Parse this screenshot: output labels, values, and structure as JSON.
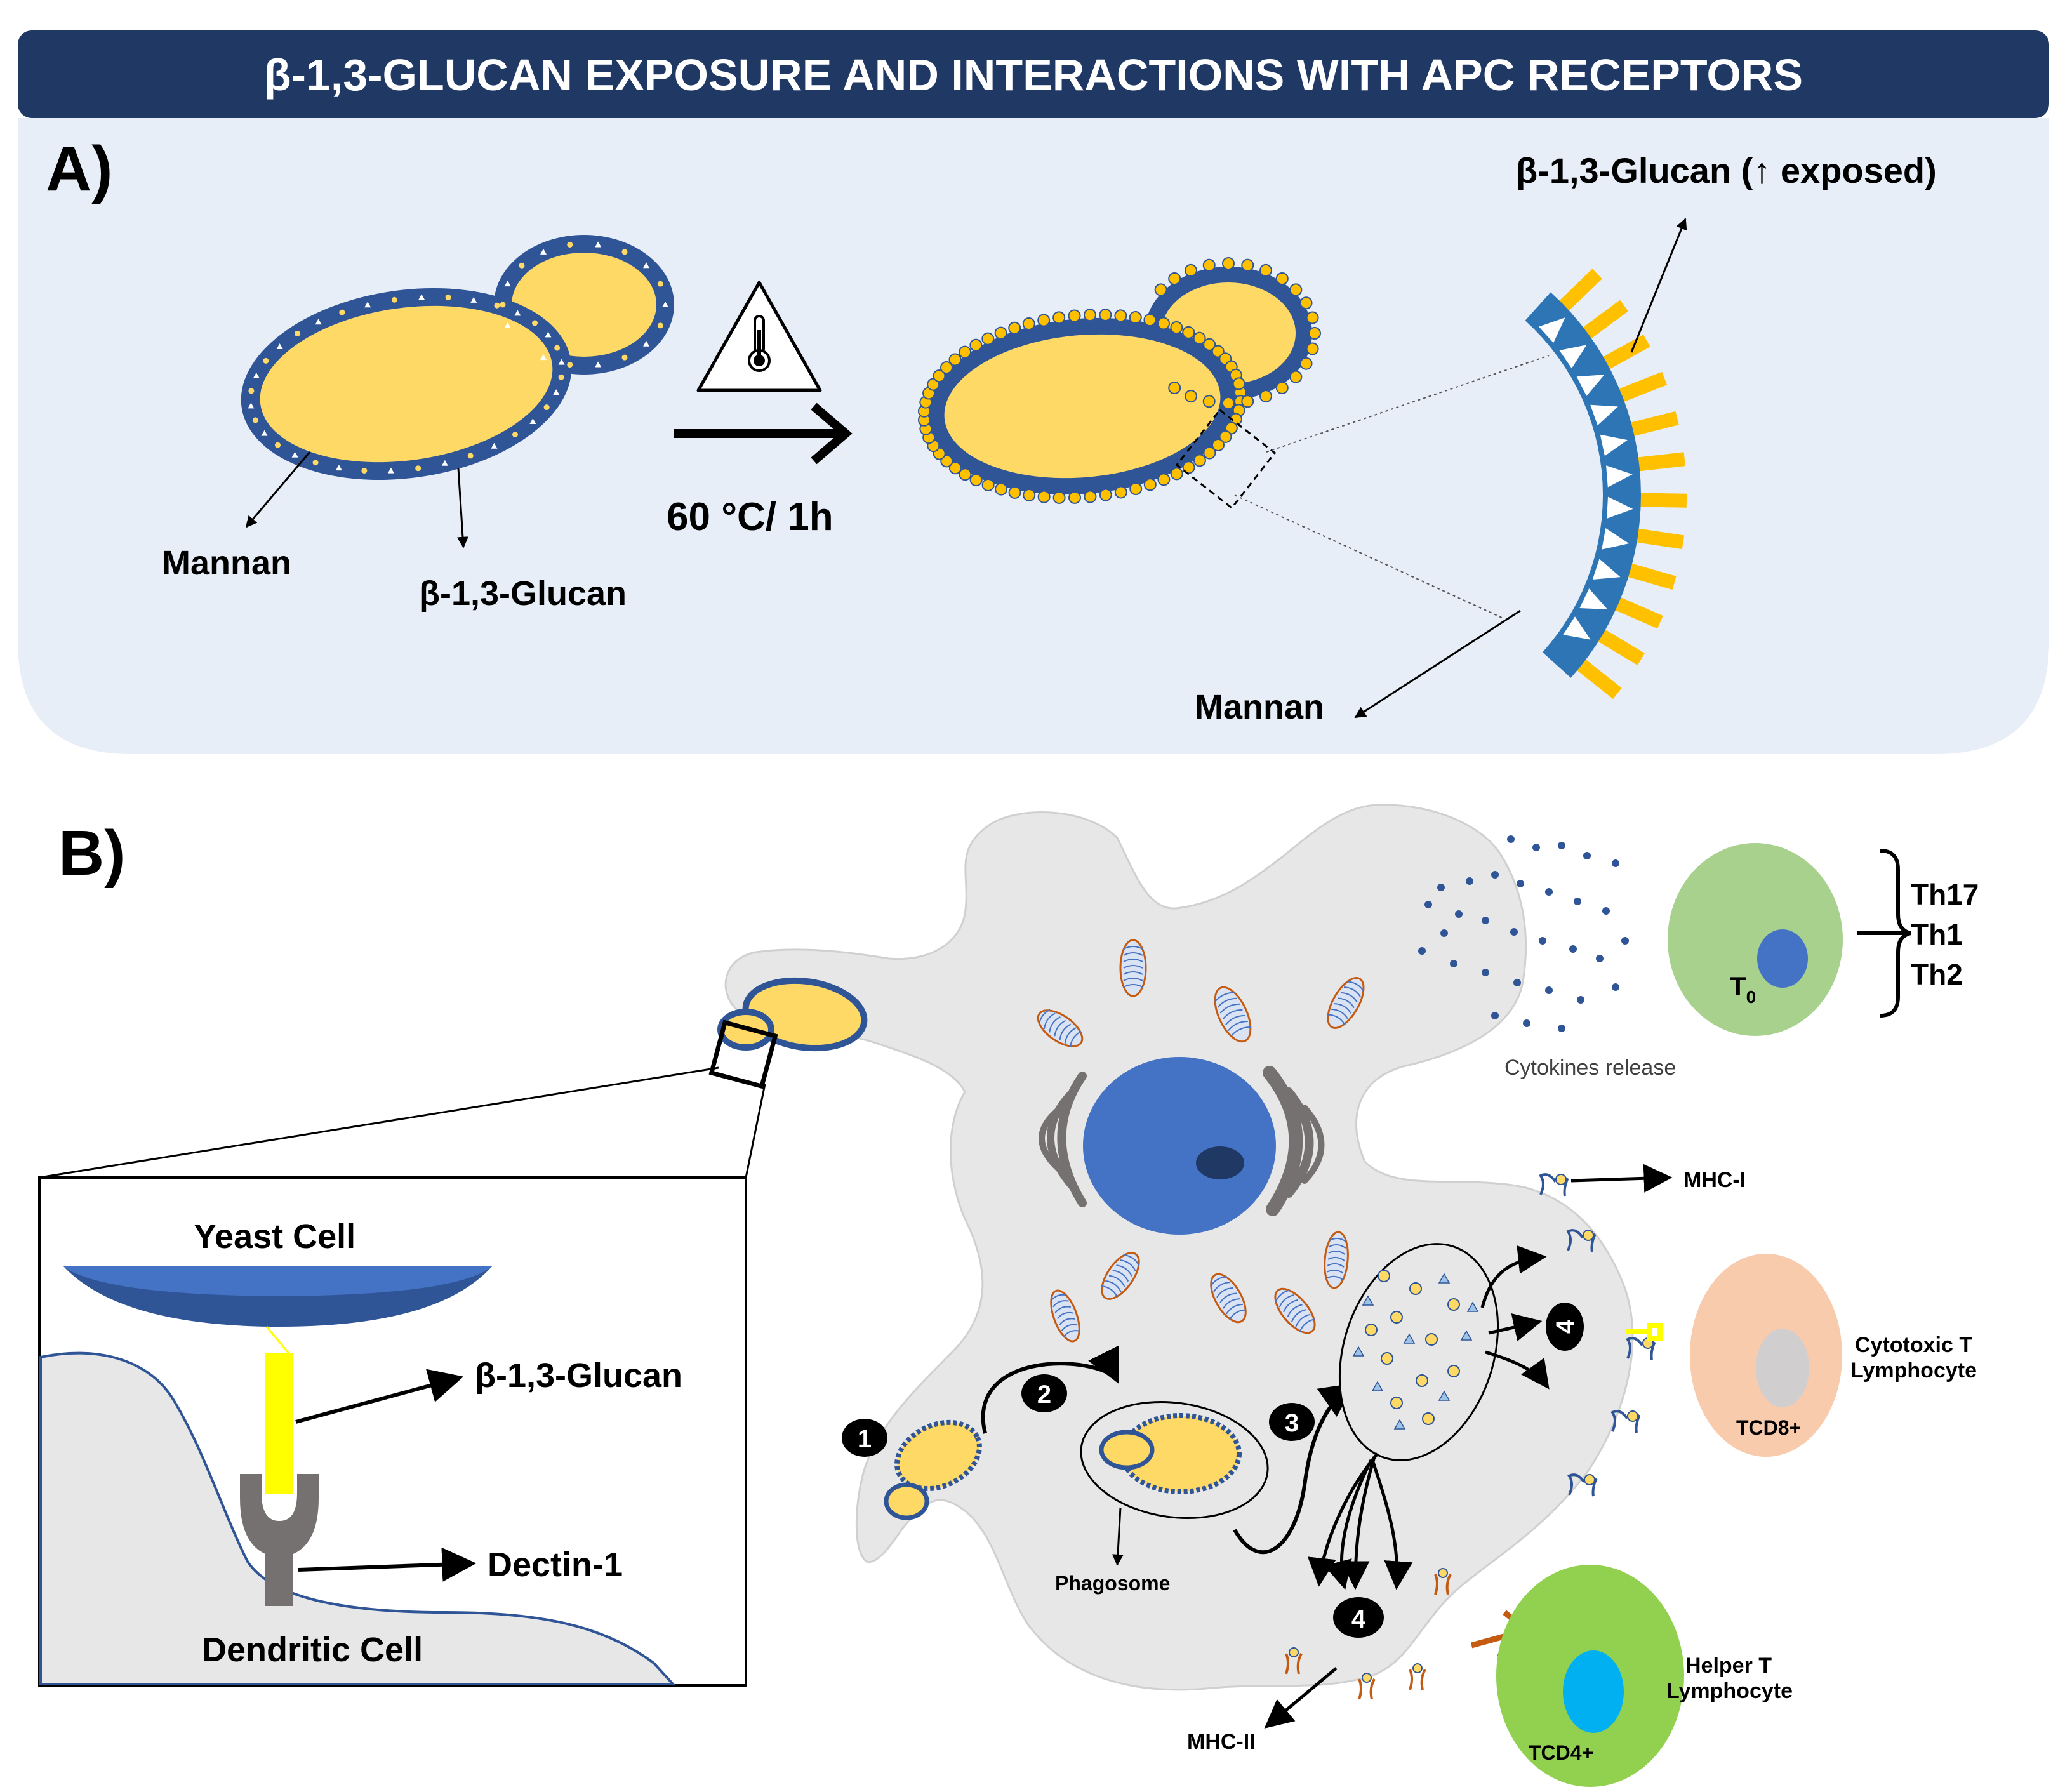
{
  "header": {
    "title": "β-1,3-GLUCAN EXPOSURE AND INTERACTIONS WITH APC RECEPTORS"
  },
  "panel_a": {
    "label": "A)",
    "mannan_label": "Mannan",
    "glucan_label": "β-1,3-Glucan",
    "treatment_label": "60 °C/ 1h",
    "exposed_glucan_label": "β-1,3-Glucan (↑ exposed)",
    "zoom_mannan_label": "Mannan",
    "warning_icon": "thermometer-warning-icon"
  },
  "panel_b": {
    "label": "B)",
    "inset": {
      "yeast_label": "Yeast Cell",
      "glucan_label": "β-1,3-Glucan",
      "receptor_label": "Dectin-1",
      "dc_label": "Dendritic Cell"
    },
    "steps": [
      "1",
      "2",
      "3",
      "4",
      "4"
    ],
    "phagosome_label": "Phagosome",
    "cytokines_label": "Cytokines release",
    "t0_label": "T",
    "t0_subscript": "0",
    "th_subsets": [
      "Th17",
      "Th1",
      "Th2"
    ],
    "mhc1_label": "MHC-I",
    "mhc2_label": "MHC-II",
    "cytotoxic_label_line1": "Cytotoxic T",
    "cytotoxic_label_line2": "Lymphocyte",
    "tcd8_label": "TCD8+",
    "helper_label_line1": "Helper T",
    "helper_label_line2": "Lymphocyte",
    "tcd4_label": "TCD4+"
  },
  "colors": {
    "header_bg": "#1f3864",
    "panel_a_bg": "#e8eef8",
    "yeast_fill": "#ffd966",
    "wall_blue": "#2f5597",
    "dc_fill": "#e7e7e7",
    "nucleus_blue": "#4472c4",
    "t0_cell": "#a9d18e",
    "cd8_cell": "#f8cbad",
    "cd4_cell": "#92d050",
    "cd4_nucleus": "#00b0f0",
    "inset_glucan": "#ffff00",
    "dectin_gray": "#767171"
  }
}
